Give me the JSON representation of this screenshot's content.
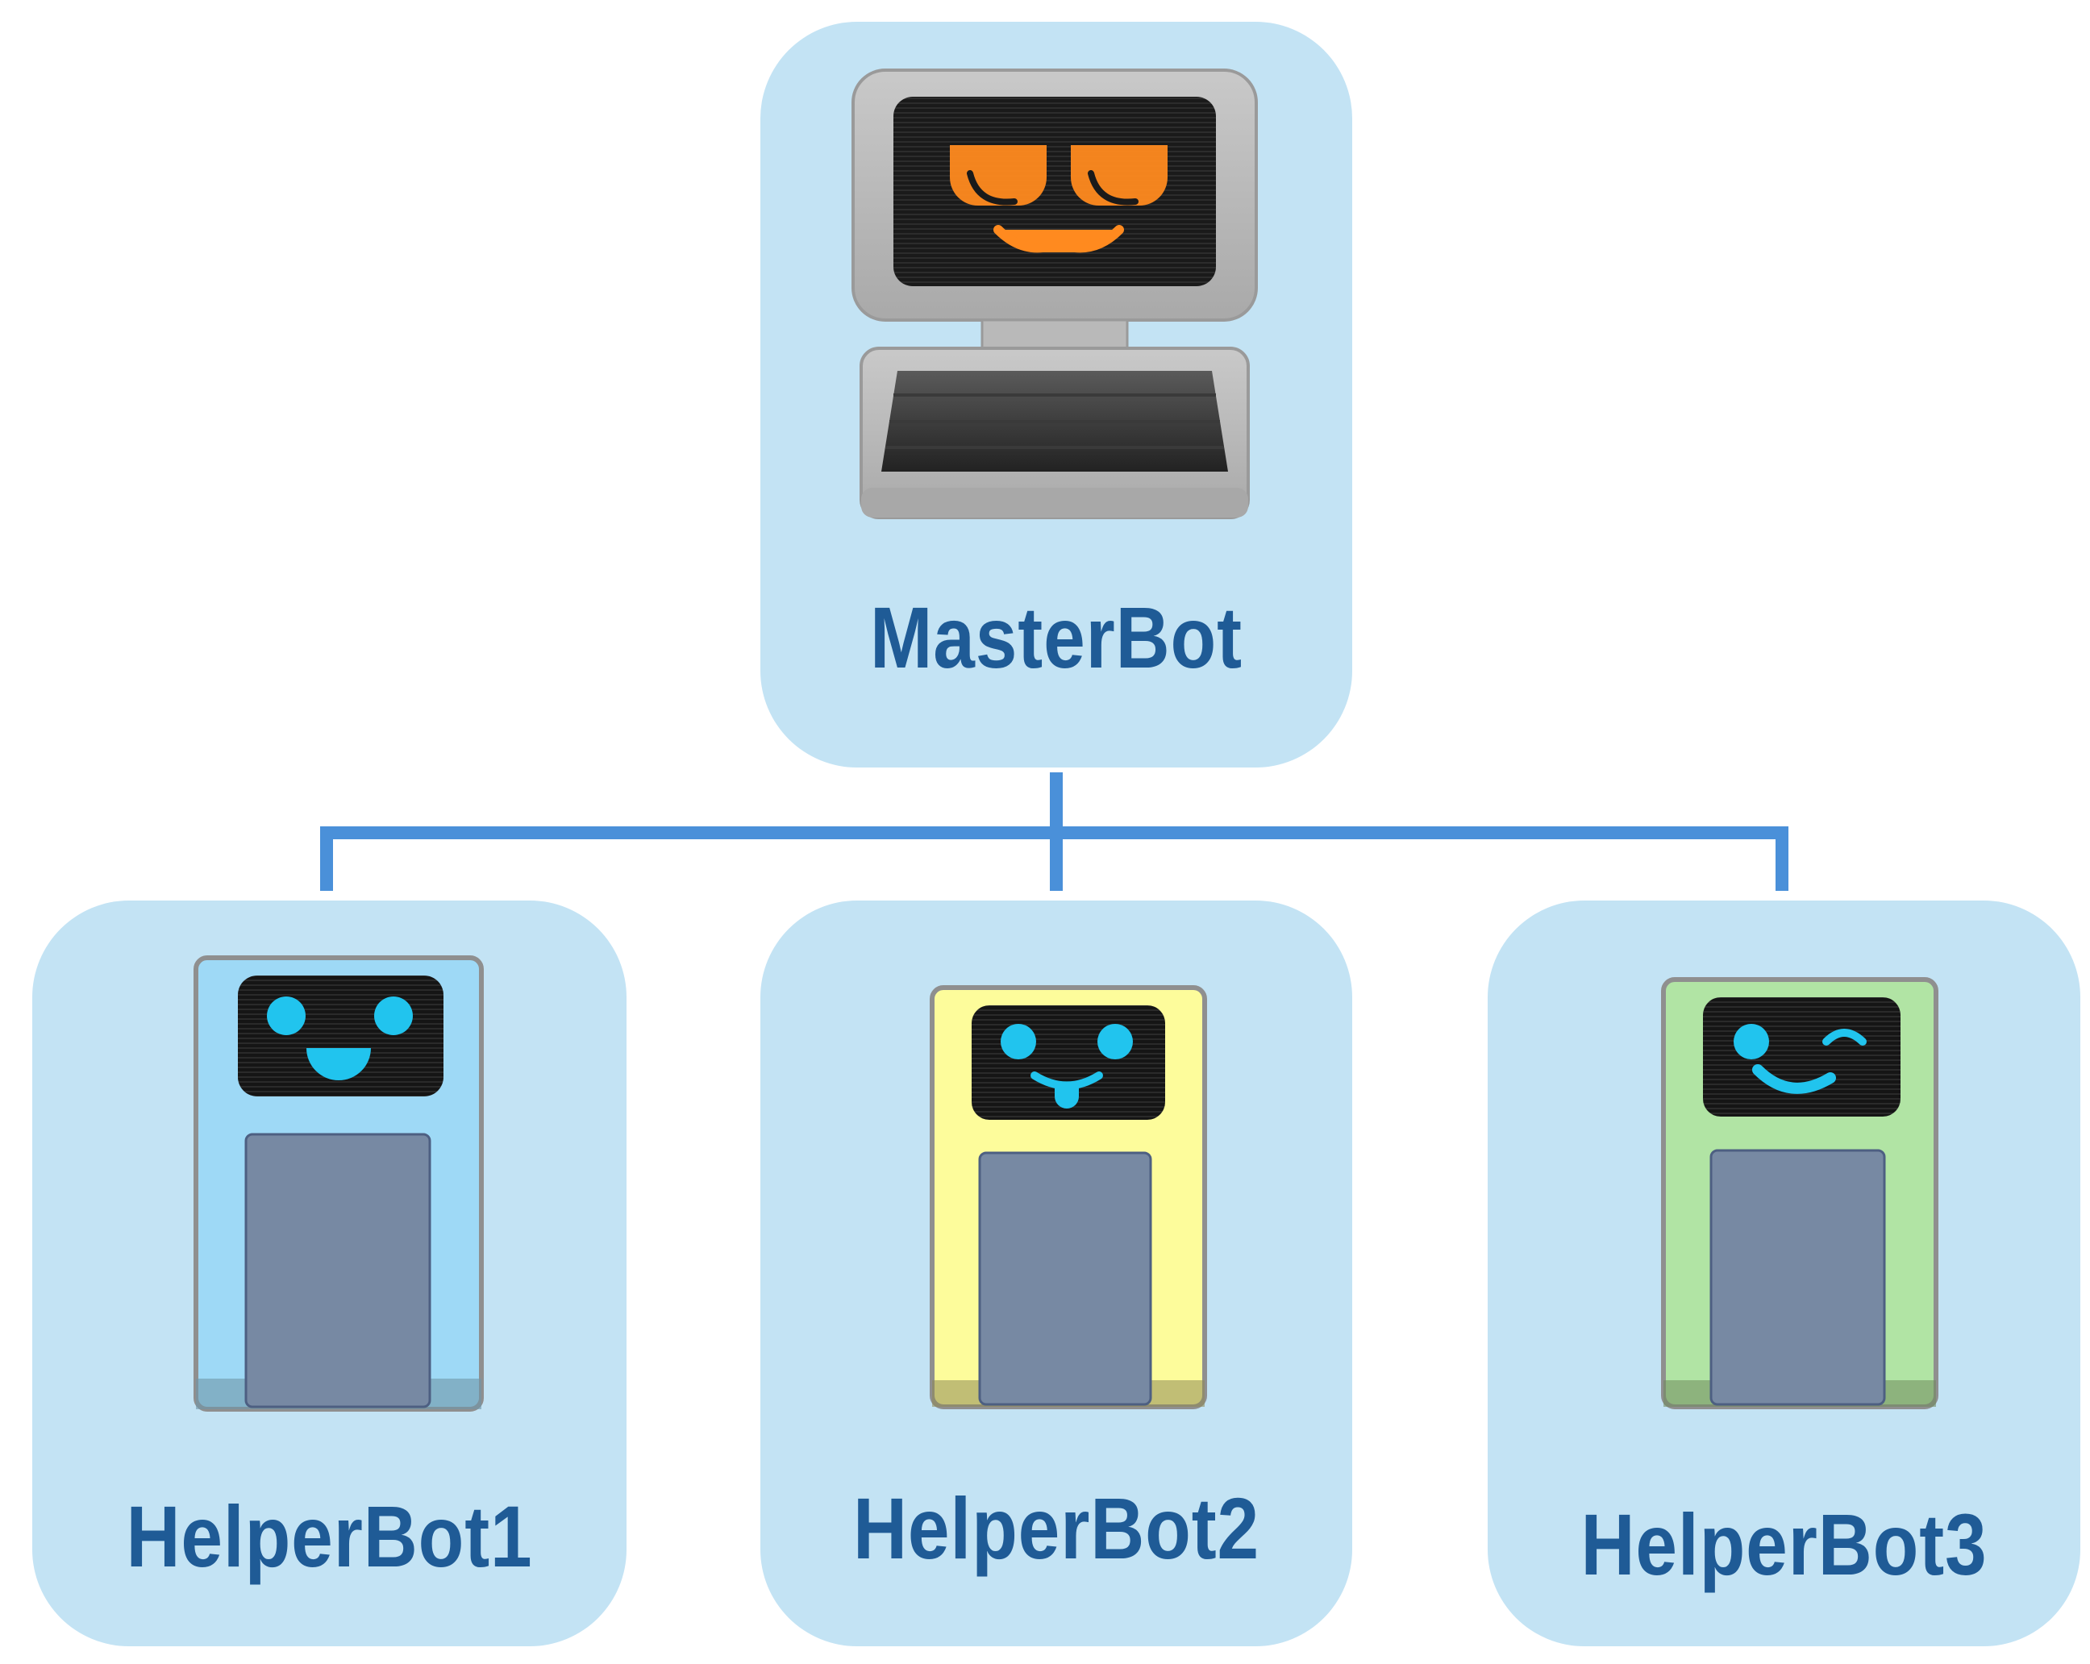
{
  "diagram": {
    "master": {
      "label": "MasterBot",
      "screen_color": "#ff7a1a"
    },
    "helpers": [
      {
        "label": "HelperBot1",
        "body_color": "#9ed9f6",
        "face": "smile"
      },
      {
        "label": "HelperBot2",
        "body_color": "#fdfc9b",
        "face": "tongue"
      },
      {
        "label": "HelperBot3",
        "body_color": "#b1e4a4",
        "face": "wink"
      }
    ],
    "colors": {
      "card": "#c3e3f4",
      "connector": "#4a90d9",
      "label": "#1f5b96",
      "face_glow": "#21c4ee"
    }
  }
}
